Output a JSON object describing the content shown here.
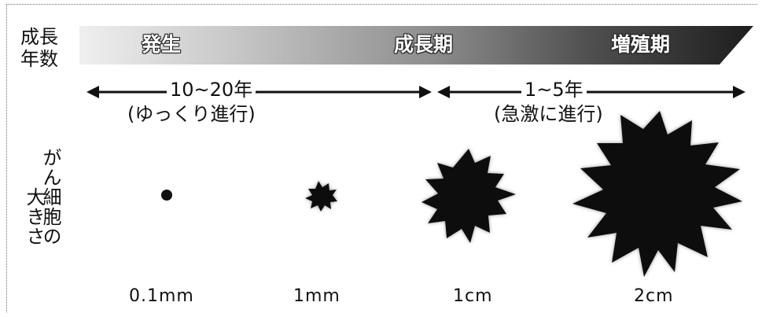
{
  "header": {
    "years_label": {
      "line1": "成長",
      "line2": "年数"
    },
    "stages": [
      {
        "label": "発生"
      },
      {
        "label": "成長期"
      },
      {
        "label": "増殖期"
      }
    ]
  },
  "timeline": {
    "ranges": [
      {
        "label": "10~20年",
        "note": "(ゆっくり進行)"
      },
      {
        "label": "1~5年",
        "note": "(急激に進行)"
      }
    ]
  },
  "cancer_size_label": {
    "line1": "がん細胞の",
    "line2": "大きさ"
  },
  "sizes": [
    {
      "label": "0.1mm"
    },
    {
      "label": "1mm"
    },
    {
      "label": "1cm"
    },
    {
      "label": "2cm"
    }
  ],
  "colors": {
    "banner_light": "#f2f2f2",
    "banner_dark": "#1d1d1d",
    "cell_fill": "#111111",
    "cell_glow": "#9a9a9a"
  }
}
